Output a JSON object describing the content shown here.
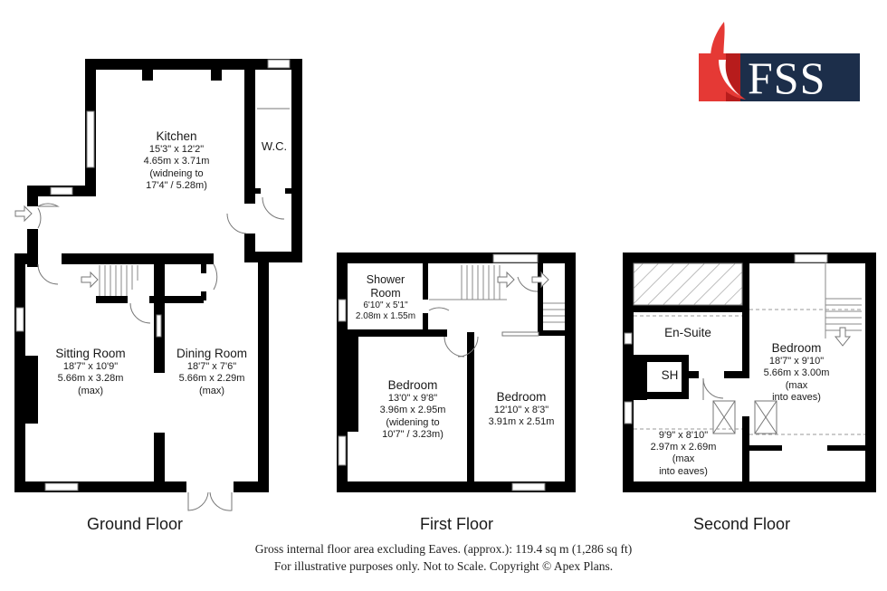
{
  "brand": {
    "name": "FSS",
    "colors": {
      "red": "#e53935",
      "dark_red": "#b71c1c",
      "navy": "#1c2e4a"
    }
  },
  "floors": [
    {
      "title": "Ground Floor",
      "rooms": [
        {
          "name": "Kitchen",
          "dims": [
            "15'3\" x 12'2\"",
            "4.65m x 3.71m",
            "(widneing to",
            "17'4\" / 5.28m)"
          ]
        },
        {
          "name": "W.C.",
          "dims": []
        },
        {
          "name": "Sitting Room",
          "dims": [
            "18'7\" x 10'9\"",
            "5.66m x 3.28m",
            "(max)"
          ]
        },
        {
          "name": "Dining Room",
          "dims": [
            "18'7\" x 7'6\"",
            "5.66m x 2.29m",
            "(max)"
          ]
        }
      ]
    },
    {
      "title": "First Floor",
      "rooms": [
        {
          "name": "Shower Room",
          "name_lines": [
            "Shower",
            "Room"
          ],
          "dims": [
            "6'10\" x 5'1\"",
            "2.08m x 1.55m"
          ]
        },
        {
          "name": "Bedroom",
          "dims": [
            "13'0\" x 9'8\"",
            "3.96m x 2.95m",
            "(widening to",
            "10'7\" / 3.23m)"
          ]
        },
        {
          "name": "Bedroom",
          "dims": [
            "12'10\" x 8'3\"",
            "3.91m x 2.51m"
          ]
        }
      ]
    },
    {
      "title": "Second Floor",
      "rooms": [
        {
          "name": "En-Suite",
          "dims": []
        },
        {
          "name": "SH",
          "dims": []
        },
        {
          "name": "Bedroom",
          "dims": [
            "18'7\" x 9'10\"",
            "5.66m x 3.00m",
            "(max",
            "into eaves)"
          ]
        },
        {
          "name": "",
          "dims": [
            "9'9\" x 8'10\"",
            "2.97m x 2.69m",
            "(max",
            "into eaves)"
          ]
        }
      ]
    }
  ],
  "footer": {
    "line1": "Gross internal floor area excluding Eaves. (approx.): 119.4 sq m (1,286 sq ft)",
    "line2": "For illustrative purposes only. Not to Scale. Copyright © Apex Plans."
  }
}
